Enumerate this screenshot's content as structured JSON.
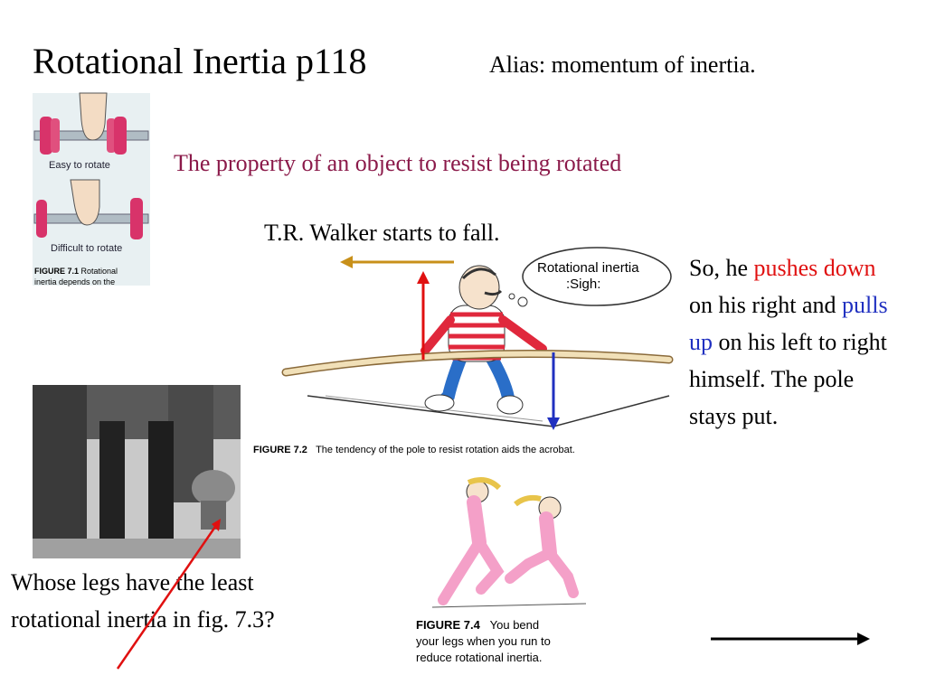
{
  "title": "Rotational Inertia   p118",
  "alias": "Alias: momentum of inertia.",
  "definition": "The property of an object to resist being rotated",
  "walker_caption": "T.R. Walker starts to fall.",
  "explanation": {
    "part1": "So, he ",
    "pushes_down": "pushes down",
    "part2": " on his right and ",
    "pulls_up": "pulls up",
    "part3": " on his left to right himself. The pole stays put."
  },
  "question": "Whose legs have the least rotational inertia in fig. 7.3?",
  "figure_7_1": {
    "label_easy": "Easy to rotate",
    "label_difficult": "Difficult to rotate",
    "caption_title": "FIGURE 7.1",
    "caption_text": "Rotational",
    "caption_text2": "inertia depends on the"
  },
  "figure_7_2": {
    "thought": "Rotational inertia",
    "thought2": ":Sigh:",
    "caption_title": "FIGURE 7.2",
    "caption_text": "The tendency of the pole to resist rotation aids the acrobat."
  },
  "figure_7_4": {
    "caption_title": "FIGURE 7.4",
    "caption_text": "You bend",
    "caption_text2": "your legs when you run to",
    "caption_text3": "reduce rotational inertia."
  },
  "colors": {
    "definition": "#8b1a4a",
    "push": "#e01010",
    "pull": "#2030c0",
    "arrow_gold": "#c8901a"
  }
}
